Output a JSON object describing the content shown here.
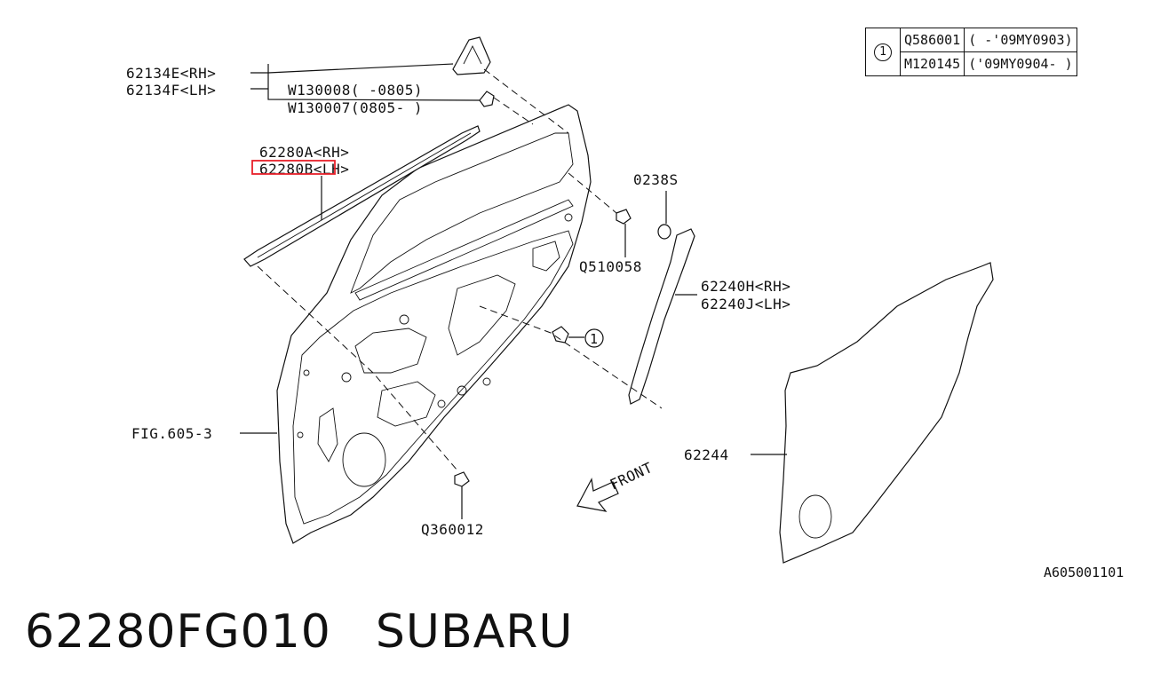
{
  "labels": {
    "p62134e": "62134E<RH>",
    "p62134f": "62134F<LH>",
    "w130008": "W130008( -0805)",
    "w130007": "W130007(0805- )",
    "p62280a": "62280A<RH>",
    "p62280b": "62280B<LH>",
    "p0238s": "0238S",
    "q510058": "Q510058",
    "p62240h": "62240H<RH>",
    "p62240j": "62240J<LH>",
    "circle_ref": "1",
    "fig605": "FIG.605-3",
    "p62244": "62244",
    "front": "FRONT",
    "q360012": "Q360012"
  },
  "table": {
    "circle": "1",
    "rows": [
      {
        "part": "Q586001",
        "range": "( -'09MY0903)"
      },
      {
        "part": "M120145",
        "range": "('09MY0904- )"
      }
    ]
  },
  "figure_id": "A605001101",
  "footer": {
    "part_number": "62280FG010",
    "brand": "SUBARU"
  },
  "highlight_color": "#e8202a"
}
